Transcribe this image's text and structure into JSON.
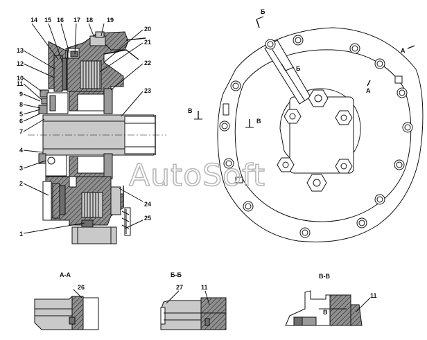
{
  "part_labels": [
    "1",
    "2",
    "3",
    "4",
    "5",
    "6",
    "7",
    "8",
    "9",
    "10",
    "11",
    "12",
    "13",
    "14",
    "15",
    "16",
    "17",
    "18",
    "19",
    "20",
    "21",
    "22",
    "23",
    "24",
    "25"
  ],
  "section_marks": {
    "b": "Б",
    "v": "В",
    "a": "А"
  },
  "section_titles": {
    "aa": "А-А",
    "bb": "Б-Б",
    "vv": "В-В"
  },
  "section_labels": {
    "aa_part": "26",
    "bb_part1": "27",
    "bb_part2": "11",
    "vv_part": "11"
  },
  "watermark": "AutoSoft",
  "colors": {
    "line": "#111111",
    "fill_gray": "#9a9a9a",
    "fill_light": "#c9c9c9",
    "fill_dark": "#6e6e6e",
    "watermark": "#b8b8b8"
  }
}
